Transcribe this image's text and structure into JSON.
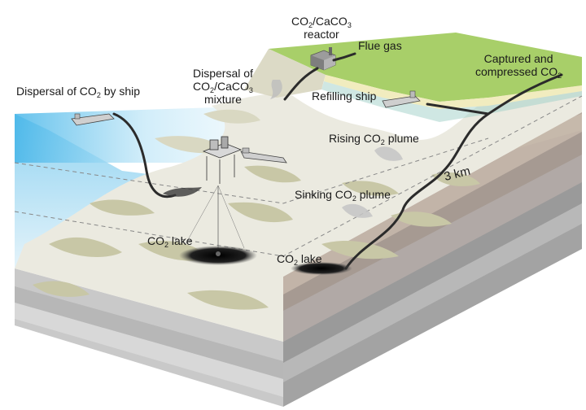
{
  "labels": {
    "reactor_line1": [
      "CO",
      "2",
      "/CaCO",
      "3"
    ],
    "reactor_line2": "reactor",
    "flue_gas": "Flue gas",
    "captured_line1": "Captured and",
    "captured_line2": [
      "compressed CO",
      "2"
    ],
    "ship_dispersal": [
      "Dispersal of CO",
      "2",
      " by ship"
    ],
    "mixture_line1": "Dispersal of",
    "mixture_line2": [
      "CO",
      "2",
      "/CaCO",
      "3"
    ],
    "mixture_line3": "mixture",
    "refilling_ship": "Refilling ship",
    "rising_plume": [
      "Rising CO",
      "2",
      " plume"
    ],
    "sinking_plume": [
      "Sinking CO",
      "2",
      " plume"
    ],
    "depth": "3 km",
    "lake_left": [
      "CO",
      "2",
      " lake"
    ],
    "lake_right": [
      "CO",
      "2",
      " lake"
    ]
  },
  "colors": {
    "seafloor": "#e9e8dd",
    "seafloor_patch": "#c9c8a8",
    "land": "#a9d06a",
    "beach": "#f2edc0",
    "water": "#3db3e6",
    "pipe": "#2b2b2b",
    "lake": "#1c1c1c"
  },
  "icons": [
    "ship-icon",
    "platform-icon",
    "reactor-icon",
    "plume-icon",
    "pipeline-icon"
  ]
}
